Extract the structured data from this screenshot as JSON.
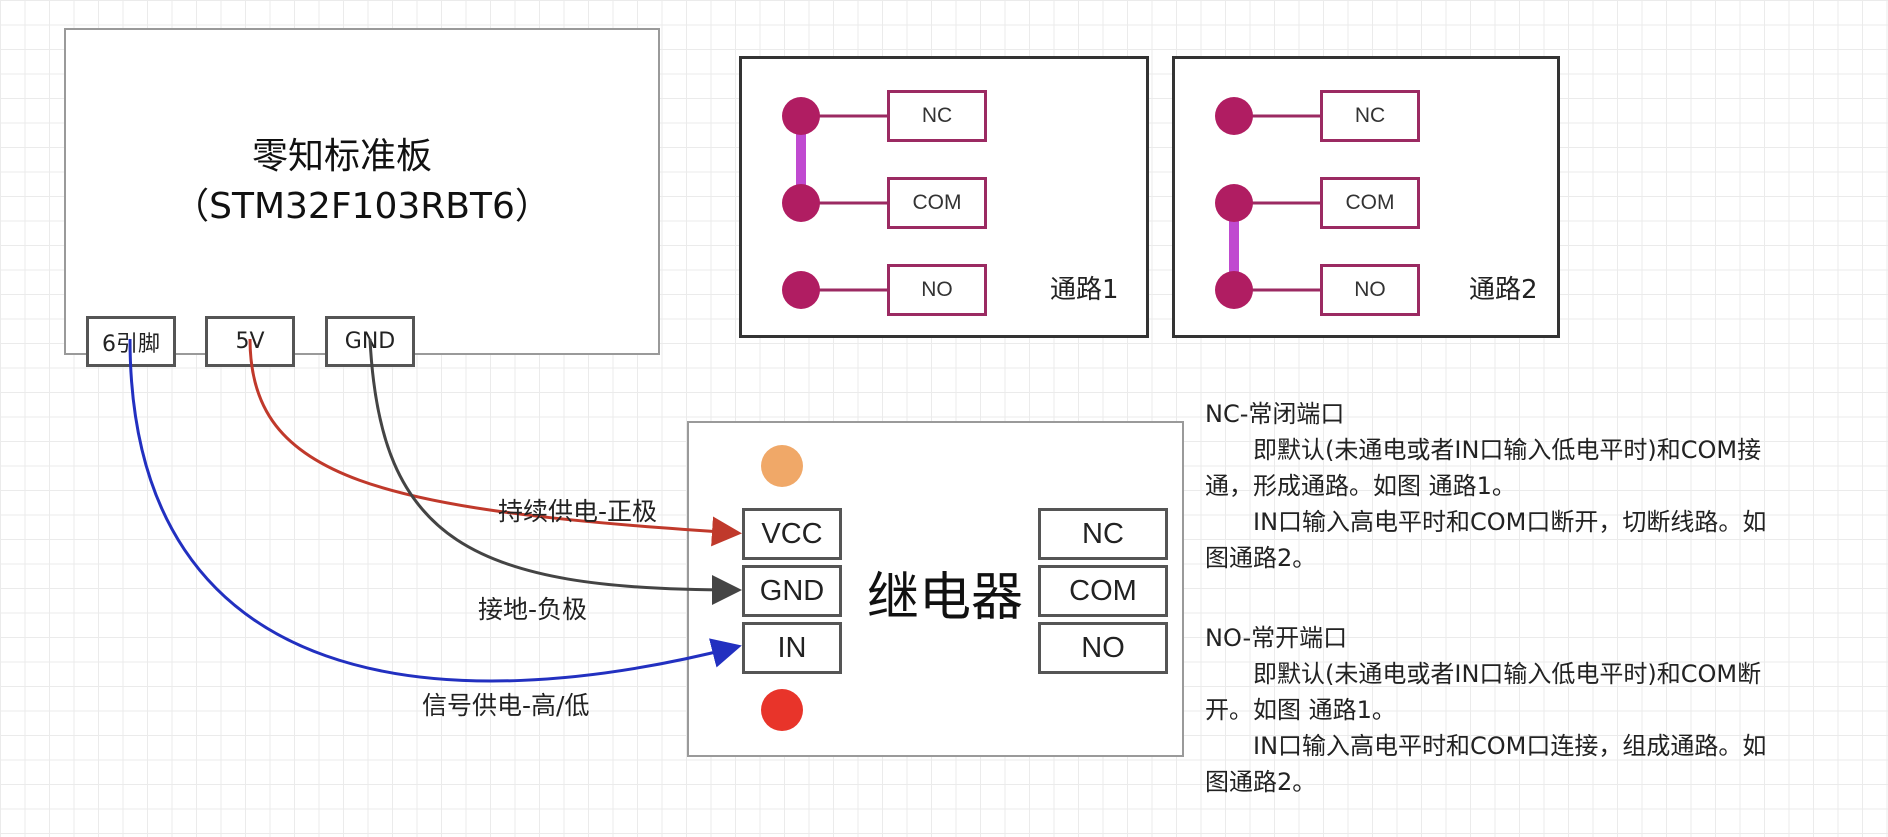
{
  "board": {
    "title": "零知标准板",
    "subtitle": "（STM32F103RBT6）",
    "pins": [
      "6引脚",
      "5V",
      "GND"
    ]
  },
  "panels": [
    {
      "label": "通路1",
      "terminals": [
        "NC",
        "COM",
        "NO"
      ],
      "bridge": "NC-COM"
    },
    {
      "label": "通路2",
      "terminals": [
        "NC",
        "COM",
        "NO"
      ],
      "bridge": "COM-NO"
    }
  ],
  "relay": {
    "title": "继电器",
    "left_pins": [
      "VCC",
      "GND",
      "IN"
    ],
    "right_pins": [
      "NC",
      "COM",
      "NO"
    ]
  },
  "wires": [
    {
      "label": "持续供电-正极",
      "from": "5V",
      "to": "VCC",
      "color": "#c0392b"
    },
    {
      "label": "接地-负极",
      "from": "GND",
      "to": "GND",
      "color": "#444444"
    },
    {
      "label": "信号供电-高/低",
      "from": "6引脚",
      "to": "IN",
      "color": "#2230c0"
    }
  ],
  "colors": {
    "terminal_dot": "#b01d62",
    "bridge": "#c04ad0",
    "power_led": "#f0a868",
    "signal_led": "#e8342a"
  },
  "notes": {
    "nc": {
      "heading": "NC-常闭端口",
      "lines": [
        "即默认(未通电或者IN口输入低电平时)和COM接",
        "通，形成通路。如图 通路1。",
        "IN口输入高电平时和COM口断开，切断线路。如",
        "图通路2。"
      ]
    },
    "no": {
      "heading": "NO-常开端口",
      "lines": [
        "即默认(未通电或者IN口输入低电平时)和COM断",
        "开。如图 通路1。",
        "IN口输入高电平时和COM口连接，组成通路。如",
        "图通路2。"
      ]
    }
  }
}
